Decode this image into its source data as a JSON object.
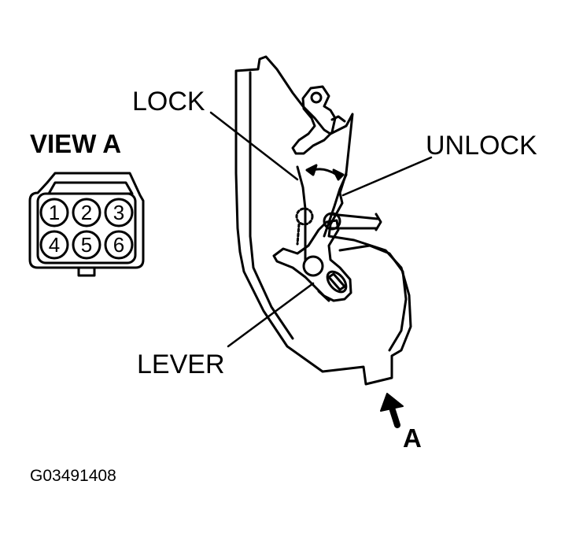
{
  "labels": {
    "view_a": "VIEW A",
    "lock": "LOCK",
    "unlock": "UNLOCK",
    "lever": "LEVER",
    "arrow_a": "A",
    "figure_code": "G03491408"
  },
  "connector": {
    "pins": [
      "1",
      "2",
      "3",
      "4",
      "5",
      "6"
    ]
  }
}
